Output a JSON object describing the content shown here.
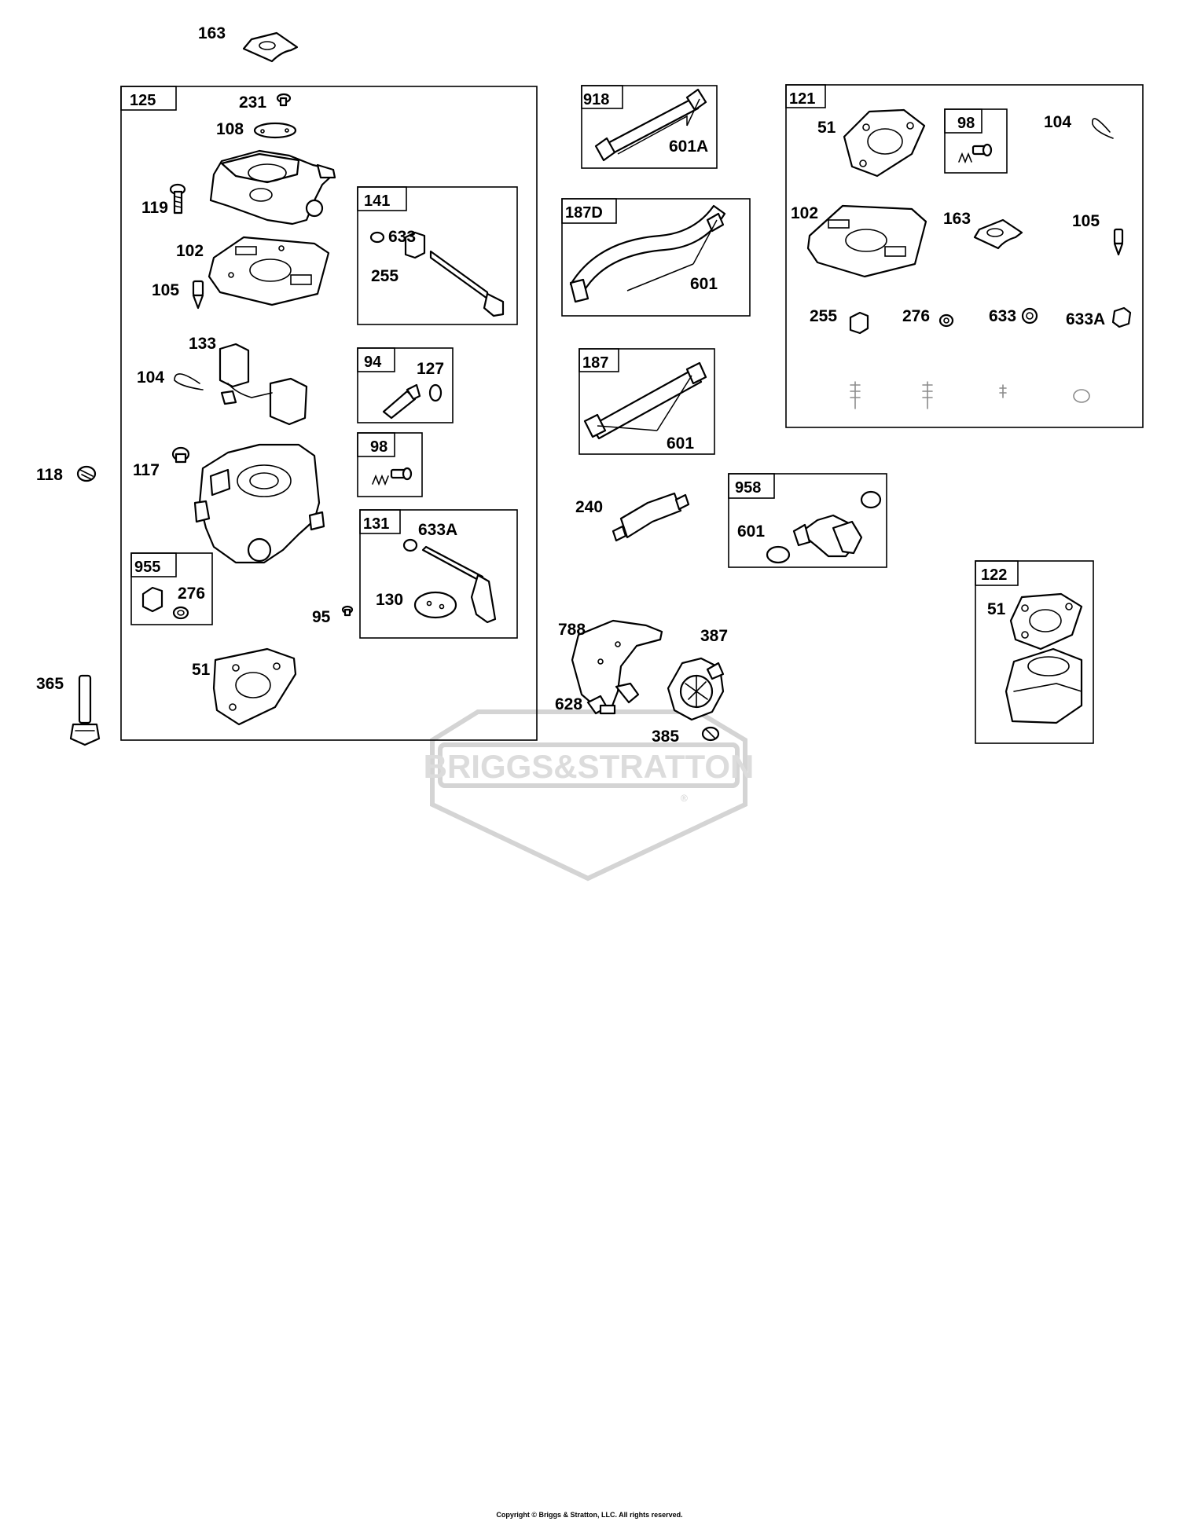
{
  "watermark": {
    "text": "BRIGGS&STRATTON",
    "registered": "®"
  },
  "copyright": "Copyright © Briggs & Stratton, LLC. All rights reserved.",
  "labels": {
    "l163_top": "163",
    "l118": "118",
    "l365": "365",
    "l231": "231",
    "l108": "108",
    "l119": "119",
    "l102_carb": "102",
    "l105_carb": "105",
    "l133": "133",
    "l104_carb": "104",
    "l117": "117",
    "l95": "95",
    "l51_carb": "51",
    "l633_141": "633",
    "l255_141": "255",
    "l127": "127",
    "l633A_131": "633A",
    "l130": "130",
    "l276_955": "276",
    "l601A": "601A",
    "l601_187D": "601",
    "l601_187": "601",
    "l240": "240",
    "l601_958": "601",
    "l788": "788",
    "l387": "387",
    "l628": "628",
    "l385": "385",
    "l51_121": "51",
    "l104_121": "104",
    "l102_121": "102",
    "l163_121": "163",
    "l105_121": "105",
    "l255_121": "255",
    "l276_121": "276",
    "l633_121": "633",
    "l633A_121": "633A",
    "l51_122": "51"
  },
  "boxes": {
    "b125": "125",
    "b141": "141",
    "b94": "94",
    "b98_carb": "98",
    "b131": "131",
    "b955": "955",
    "b918": "918",
    "b187D": "187D",
    "b187": "187",
    "b958": "958",
    "b121": "121",
    "b98_121": "98",
    "b122": "122"
  }
}
